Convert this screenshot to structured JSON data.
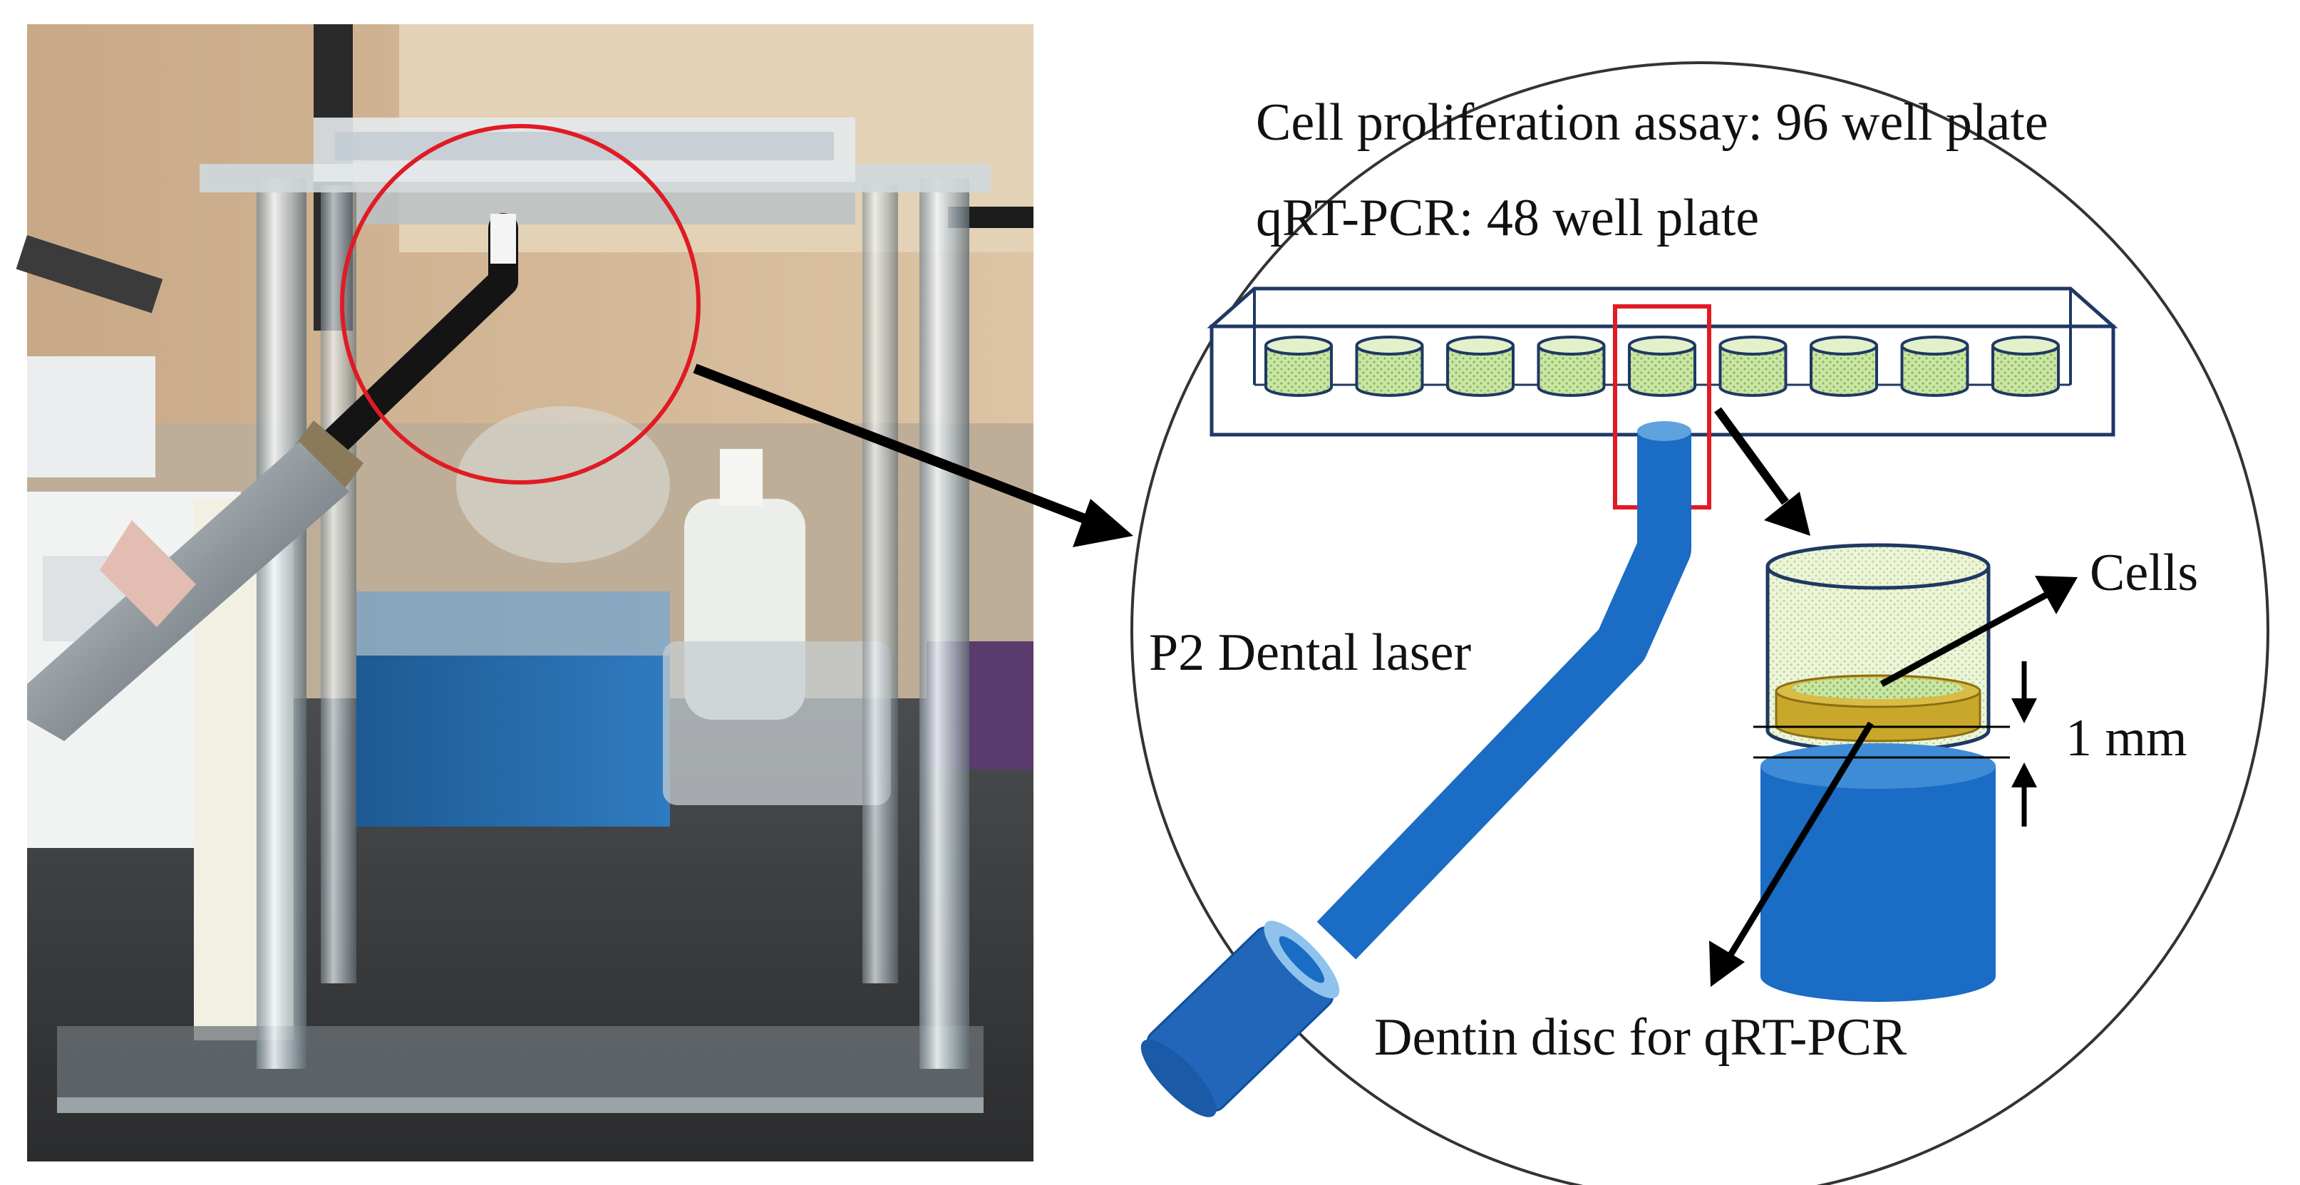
{
  "labels": {
    "line1": "Cell proliferation assay: 96 well plate",
    "line2": "qRT-PCR: 48 well plate",
    "laser": "P2 Dental laser",
    "cells": "Cells",
    "gap": "1 mm",
    "dentin": "Dentin disc for qRT-PCR"
  },
  "plate": {
    "well_count": 9,
    "highlighted_well": 5
  },
  "colors": {
    "laser_blue": "#1a6cc4",
    "laser_dark": "#0e4f9e",
    "laser_light": "#8fc3ec",
    "well_fill": "#c9e6a2",
    "dentin": "#c9a72a",
    "highlight": "#e01b24",
    "outline": "#1f3864"
  }
}
